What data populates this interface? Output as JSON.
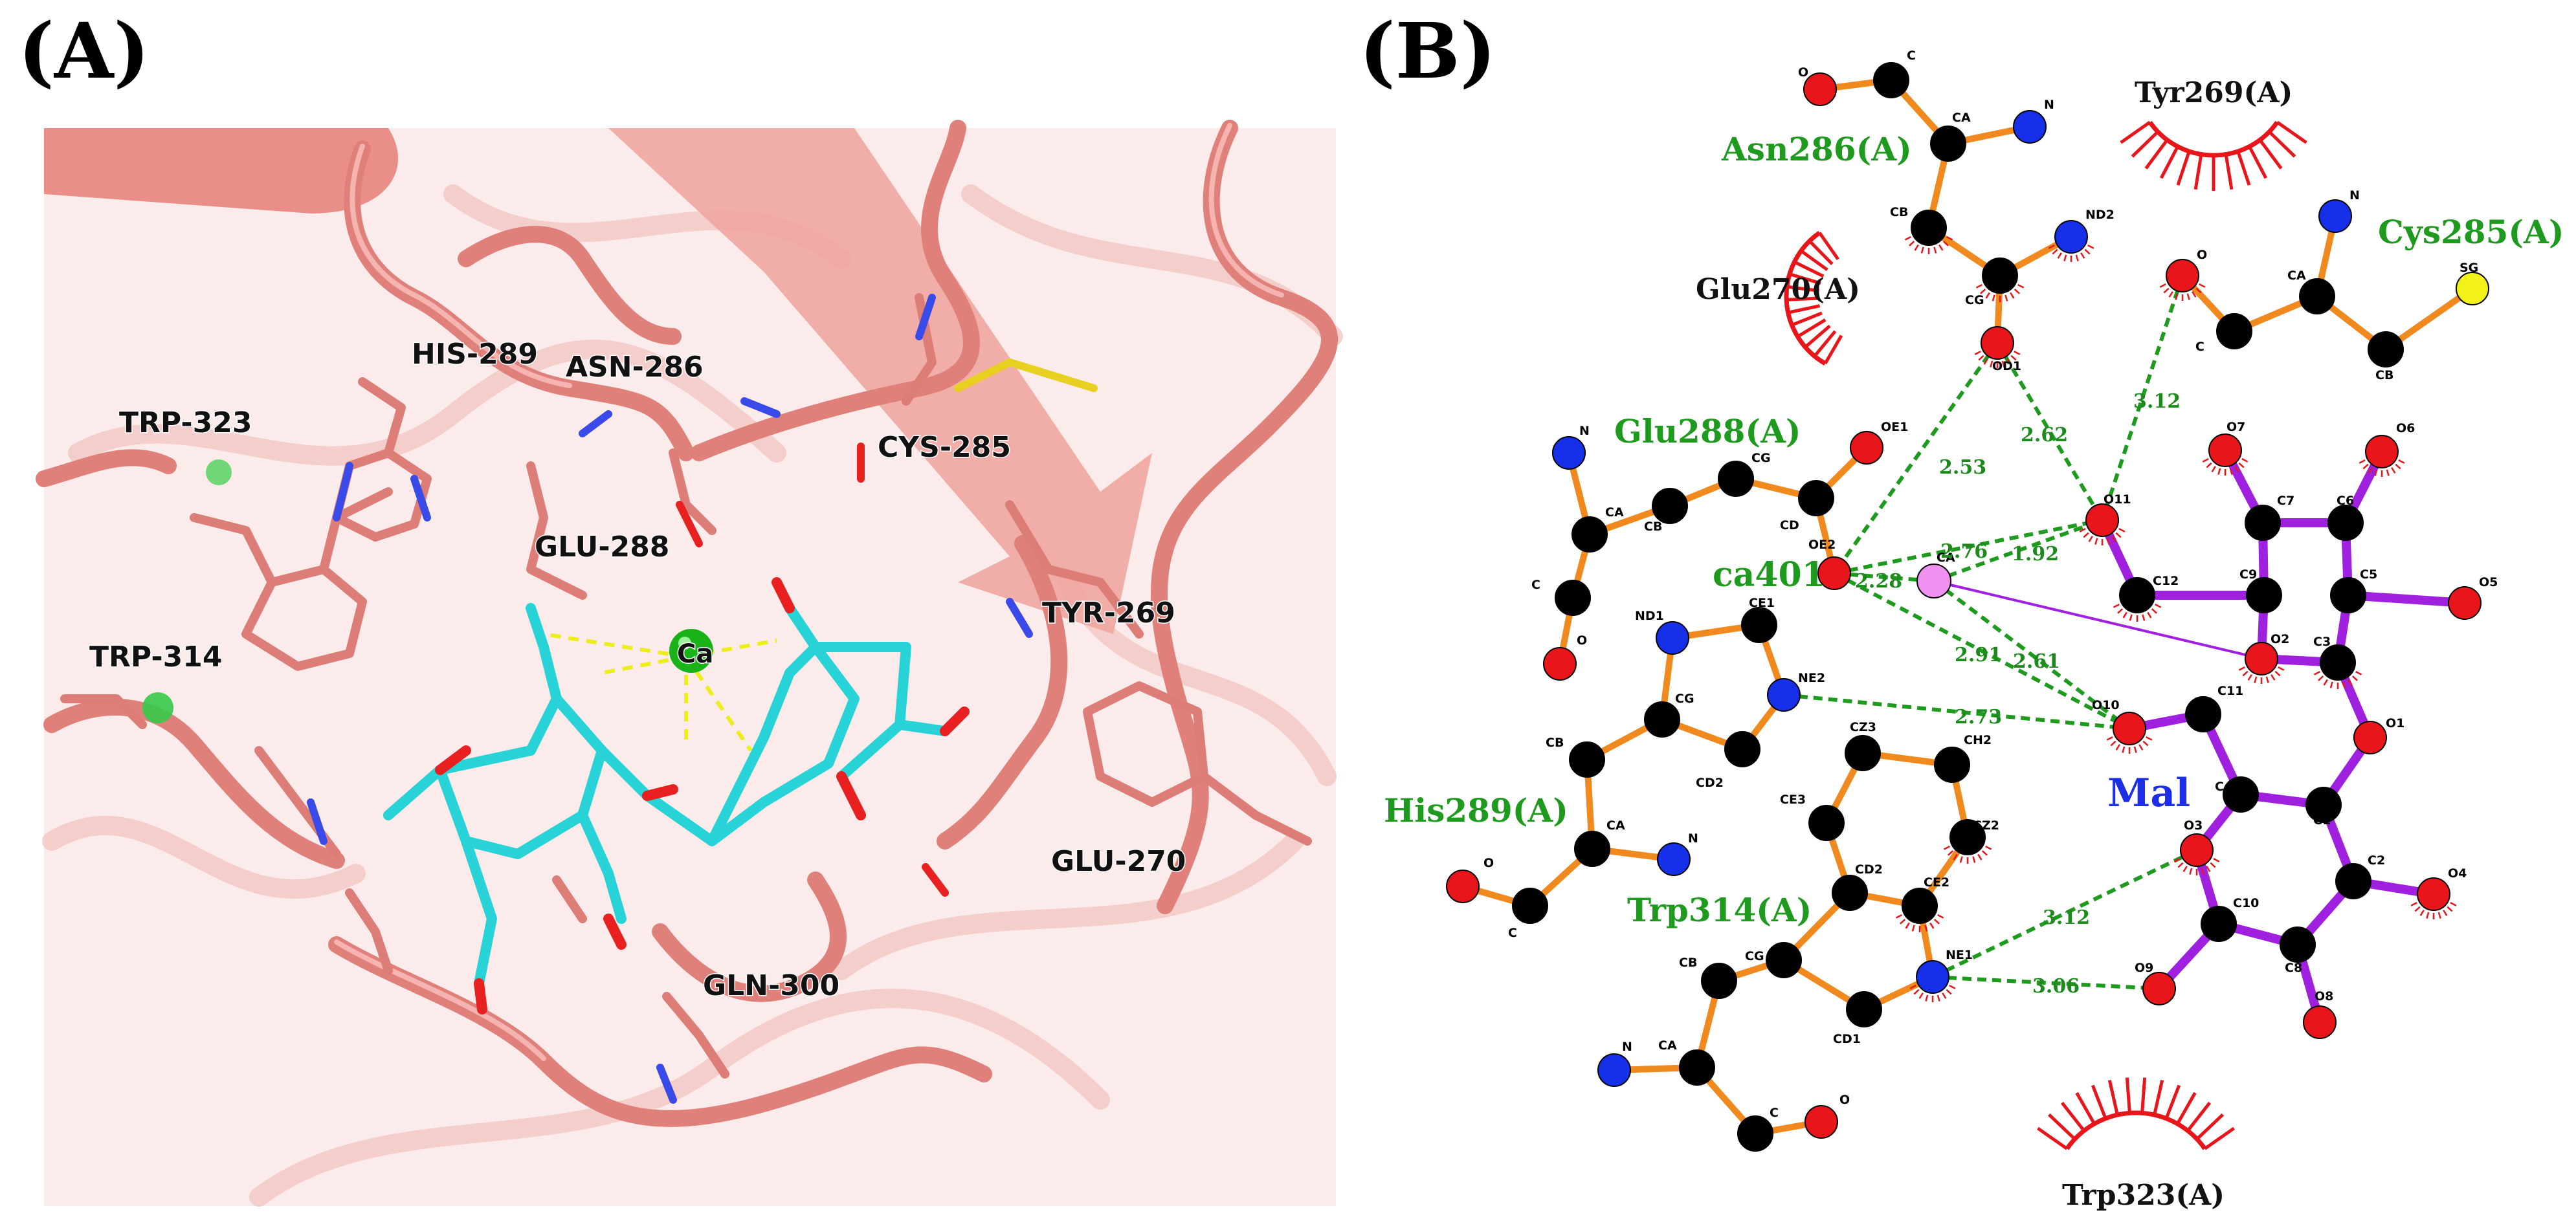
{
  "panels": {
    "a": {
      "label": "(A)"
    },
    "b": {
      "label": "(B)"
    }
  },
  "panel_a": {
    "residues": [
      "HIS-289",
      "ASN-286",
      "TRP-323",
      "CYS-285",
      "GLU-288",
      "TYR-269",
      "TRP-314",
      "GLU-270",
      "GLN-300"
    ],
    "ion_label": "Ca"
  },
  "panel_b": {
    "ligand_name": "Mal",
    "ion_label": "ca401",
    "interacting_residues": [
      "Asn286(A)",
      "Cys285(A)",
      "Glu288(A)",
      "His289(A)",
      "Trp314(A)"
    ],
    "hydrophobic_residues": [
      "Tyr269(A)",
      "Glu270(A)",
      "Trp323(A)"
    ],
    "distances": [
      "2.53",
      "2.62",
      "3.12",
      "2.76",
      "1.92",
      "2.28",
      "2.91",
      "2.61",
      "2.73",
      "3.12",
      "3.06"
    ],
    "atom_labels": {
      "asn": [
        "O",
        "C",
        "CA",
        "N",
        "CB",
        "CG",
        "ND2",
        "OD1"
      ],
      "cys": [
        "O",
        "C",
        "CA",
        "N",
        "CB",
        "SG"
      ],
      "glu": [
        "N",
        "CA",
        "CB",
        "CG",
        "CD",
        "OE1",
        "OE2",
        "C",
        "O"
      ],
      "his": [
        "ND1",
        "CE1",
        "NE2",
        "CG",
        "CD2",
        "CB",
        "CA",
        "N",
        "C",
        "O"
      ],
      "trp": [
        "CZ3",
        "CH2",
        "CE3",
        "CZ2",
        "CD2",
        "CE2",
        "CG",
        "NE1",
        "CD1",
        "CB",
        "CA",
        "N",
        "C",
        "O"
      ],
      "ca": [
        "CA"
      ],
      "mal": [
        "O7",
        "O6",
        "C7",
        "C6",
        "O11",
        "C12",
        "C9",
        "C5",
        "O5",
        "O2",
        "C3",
        "O10",
        "C11",
        "O1",
        "C4",
        "C1",
        "O3",
        "C2",
        "O4",
        "C10",
        "C8",
        "O9",
        "O8"
      ]
    }
  },
  "colors": {
    "ribbon": "#e8908a",
    "ribbon_dark": "#c86a66",
    "stick_carbon_protein": "#e07f7a",
    "ligand_carbon": "#27d3d6",
    "calcium": "#19b319",
    "hbond": "#1e9a1e",
    "metal_contact": "#e8e81a",
    "bond_orange": "#f08a1e",
    "bond_purple": "#a020e0",
    "atom_carbon": "#000000",
    "atom_oxygen": "#e8151a",
    "atom_nitrogen": "#1530e8",
    "atom_sulfur": "#f2f21a",
    "atom_calcium_2d": "#f090f0",
    "hydrophobic_arc": "#e8151a"
  }
}
